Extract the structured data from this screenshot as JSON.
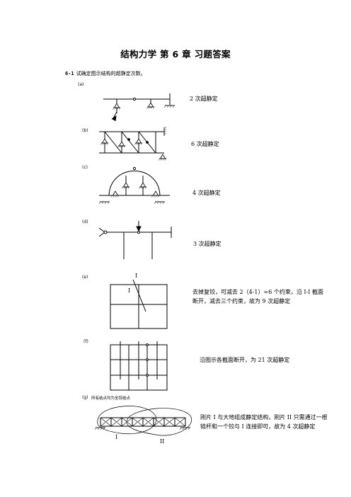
{
  "title": "结构力学 第 6 章 习题答案",
  "problem": {
    "number": "6-1",
    "text": "试确定图示结构的超静定次数。"
  },
  "figures": [
    {
      "label": "(a)",
      "answer": "2 次超静定"
    },
    {
      "label": "(b)",
      "answer": "6 次超静定"
    },
    {
      "label": "(c)",
      "answer": "4 次超静定"
    },
    {
      "label": "(d)",
      "answer": "3 次超静定"
    },
    {
      "label": "(e)",
      "answer": "去掉复铰，可减去 2（4-1）=6 个约束，沿 I-I 截面断开，减去三个约束，故为 9 次超静定",
      "section_marks": [
        "I",
        "I"
      ]
    },
    {
      "label": "(f)",
      "answer": "沿图示各截面断开，为 21 次超静定"
    },
    {
      "label": "(g)",
      "note": "所有结点均为全铰结点",
      "answer": "刚片 I 与大地组成静定结构，刚片 II 只需通过一根链杆和一个铰与 I 连接即可，故为 4 次超静定",
      "rigid_marks": [
        "I",
        "II"
      ]
    }
  ]
}
